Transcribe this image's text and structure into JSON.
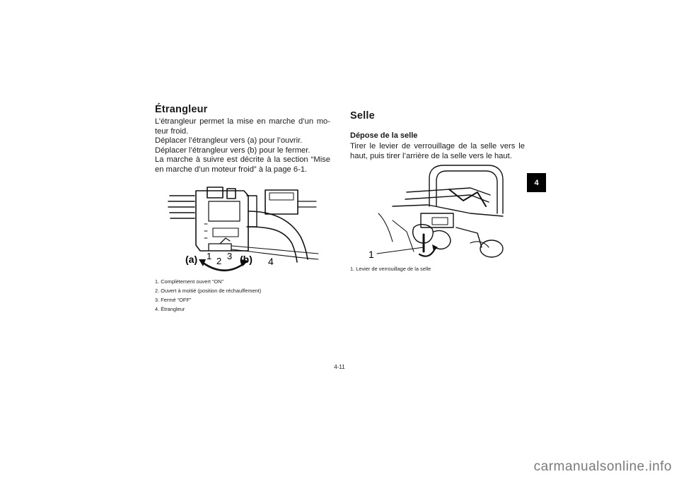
{
  "left": {
    "heading": "Étrangleur",
    "para1": "L’étrangleur permet la mise en marche d’un mo­teur froid.",
    "para2": "Déplacer l’étrangleur vers (a) pour l’ouvrir.",
    "para3": "Déplacer l’étrangleur vers (b) pour le fermer.",
    "para4": "La marche à suivre est décrite à la section “Mise en marche d’un moteur froid” à la page 6-1.",
    "figure_labels": {
      "a": "(a)",
      "b": "(b)",
      "n1": "1",
      "n2": "2",
      "n3": "3",
      "n4": "4"
    },
    "captions": [
      "1. Complètement ouvert “ON”",
      "2. Ouvert à moitié (position de réchauffement)",
      "3. Fermé “OFF”",
      "4. Étrangleur"
    ]
  },
  "right": {
    "heading": "Selle",
    "subheading": "Dépose de la selle",
    "para1": "Tirer le levier de verrouillage de la selle vers le haut, puis tirer l’arrière de la selle vers le haut.",
    "figure_labels": {
      "n1": "1"
    },
    "captions": [
      "1. Levier de verrouillage de la selle"
    ]
  },
  "chapter_tab": "4",
  "page_number": "4-11",
  "footer": "carmanualsonline.info"
}
